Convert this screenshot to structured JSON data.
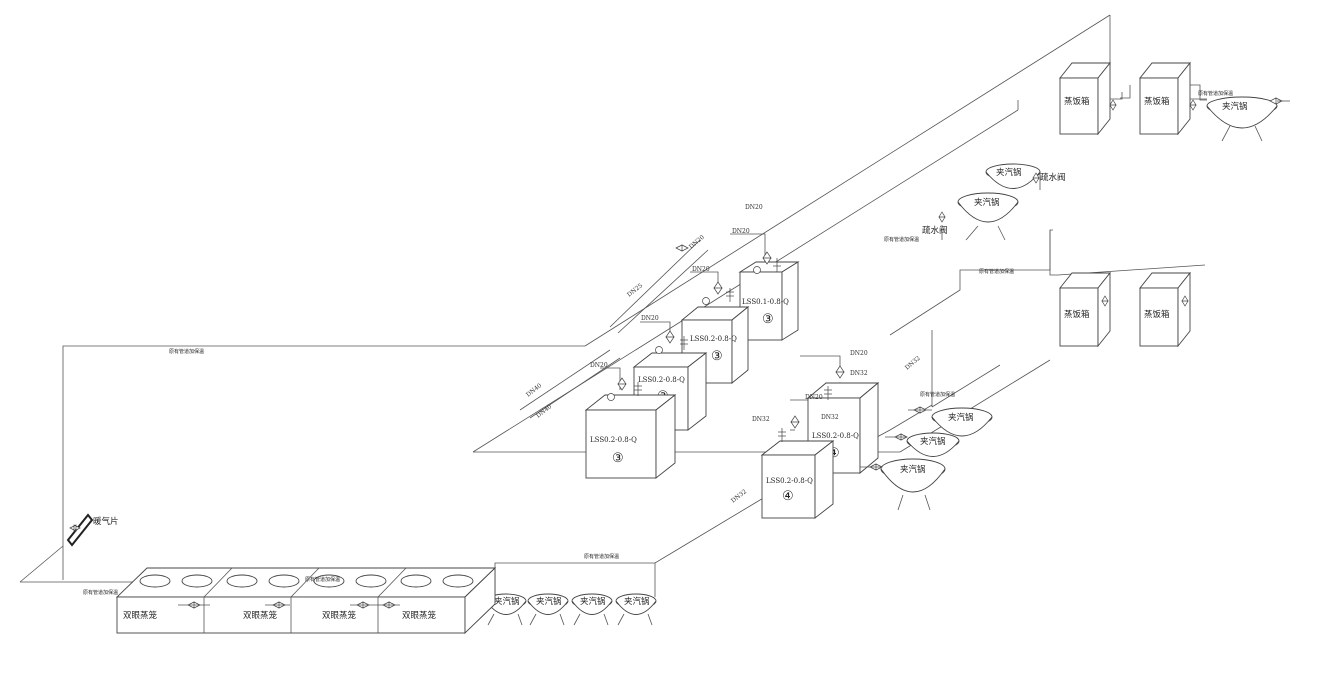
{
  "labels": {
    "insulation": "原有管道加保温",
    "radiator": "暖气片",
    "steamer_double": "双眼蒸笼",
    "kettle": "夹汽锅",
    "rice_box": "蒸饭箱",
    "trap": "疏水阀",
    "model_a": "LSS0.1-0.8-Q",
    "model_b": "LSS0.2-0.8-Q",
    "num3": "③",
    "num4": "④"
  },
  "pipe_sizes": {
    "dn20": "DN20",
    "dn25": "DN25",
    "dn32": "DN32",
    "dn40": "DN40"
  }
}
